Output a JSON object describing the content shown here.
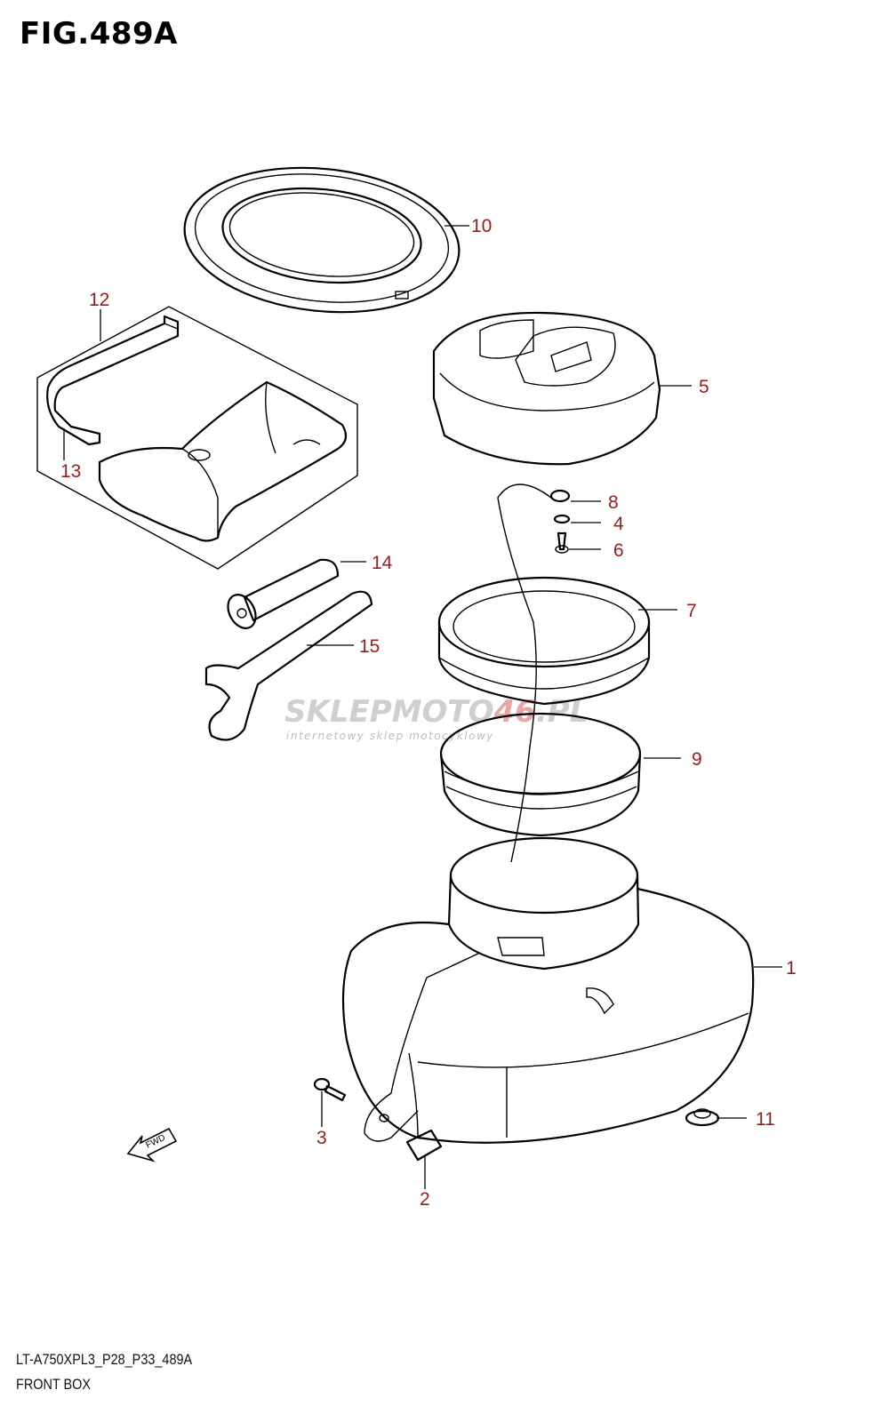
{
  "figure": {
    "title": "FIG.489A",
    "model_code": "LT-A750XPL3_P28_P33_489A",
    "caption": "FRONT BOX"
  },
  "callouts": {
    "c1": "1",
    "c2": "2",
    "c3": "3",
    "c4": "4",
    "c5": "5",
    "c6": "6",
    "c7": "7",
    "c8": "8",
    "c9": "9",
    "c10": "10",
    "c11": "11",
    "c12": "12",
    "c13": "13",
    "c14": "14",
    "c15": "15"
  },
  "watermark": {
    "brand_a": "SKLEPMOTO",
    "brand_b": "46",
    "brand_c": ".PL",
    "tagline": "internetowy sklep motocyklowy"
  },
  "fwd_label": "FWD",
  "colors": {
    "callout": "#9c1b1b",
    "line": "#000000",
    "watermark_gray": "#c8c8c8",
    "watermark_red": "#e8a0a0"
  }
}
